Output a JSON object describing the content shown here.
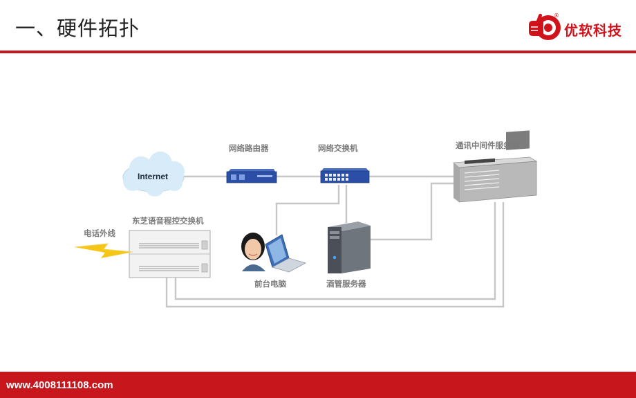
{
  "header": {
    "title": "一、硬件拓扑"
  },
  "logo": {
    "text": "优软科技",
    "registered_mark": "®"
  },
  "diagram": {
    "internet": "Internet",
    "router": "网络路由器",
    "switch": "网络交换机",
    "middleware_server": "通讯中间件服务器",
    "pbx": "东芝语音程控交换机",
    "phone_line": "电话外线",
    "front_desk_pc": "前台电脑",
    "bar_server": "酒管服务器"
  },
  "footer": {
    "url": "www.4008111108.com"
  },
  "colors": {
    "brand_red": "#c8161d",
    "line_gray": "#c8c8c8",
    "label_gray": "#7a7a7a"
  }
}
